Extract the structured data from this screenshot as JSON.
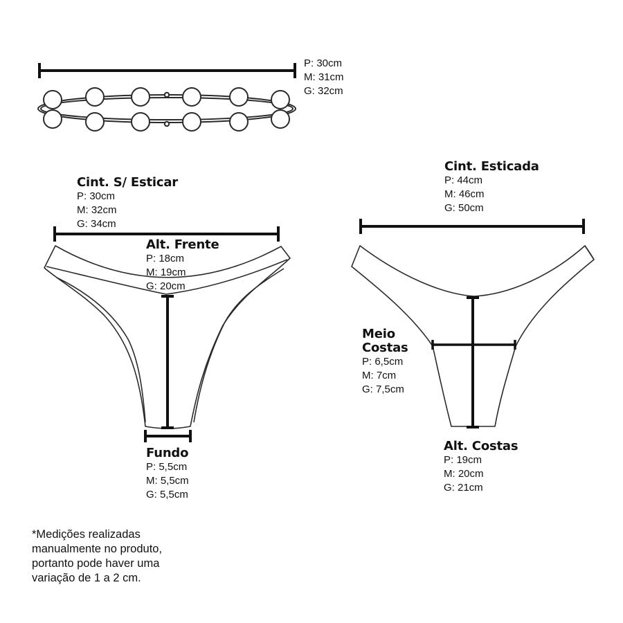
{
  "sizes": {
    "chain": [
      "P: 30cm",
      "M: 31cm",
      "G: 32cm"
    ]
  },
  "front": {
    "waist": {
      "title": "Cint. S/ Esticar",
      "values": [
        "P: 30cm",
        "M: 32cm",
        "G: 34cm"
      ]
    },
    "height": {
      "title": "Alt. Frente",
      "values": [
        "P: 18cm",
        "M: 19cm",
        "G: 20cm"
      ]
    },
    "bottom": {
      "title": "Fundo",
      "values": [
        "P: 5,5cm",
        "M: 5,5cm",
        "G: 5,5cm"
      ]
    }
  },
  "back": {
    "waist": {
      "title": "Cint. Esticada",
      "values": [
        "P: 44cm",
        "M: 46cm",
        "G: 50cm"
      ]
    },
    "mid": {
      "title_line1": "Meio",
      "title_line2": "Costas",
      "values": [
        "P: 6,5cm",
        "M: 7cm",
        "G: 7,5cm"
      ]
    },
    "height": {
      "title": "Alt. Costas",
      "values": [
        "P: 19cm",
        "M: 20cm",
        "G: 21cm"
      ]
    }
  },
  "footnote": [
    "*Medições realizadas",
    "manualmente no produto,",
    "portanto pode haver uma",
    "variação de 1 a 2 cm."
  ],
  "colors": {
    "ink": "#111111",
    "outline": "#2a2a2a",
    "bead_fill": "#ffffff"
  }
}
